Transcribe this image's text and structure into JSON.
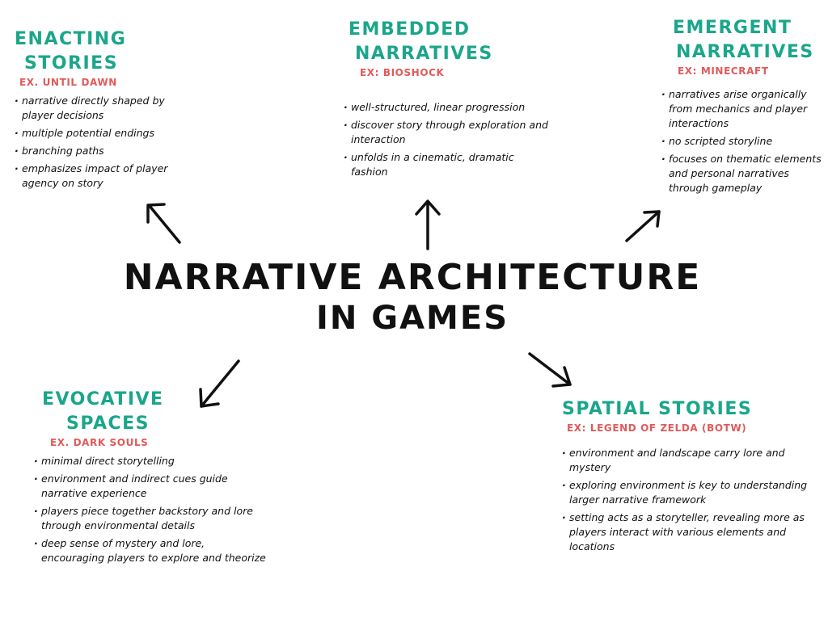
{
  "title": {
    "line1": "NARRATIVE ARCHITECTURE",
    "line2": "IN GAMES"
  },
  "nodes": [
    {
      "heading_lines": [
        "ENACTING",
        "STORIES"
      ],
      "example": "EX. UNTIL DAWN",
      "bullets": [
        "narrative directly shaped by player decisions",
        "multiple potential endings",
        "branching paths",
        "emphasizes impact of player agency on story"
      ]
    },
    {
      "heading_lines": [
        "EMBEDDED",
        "NARRATIVES"
      ],
      "example": "EX: BIOSHOCK",
      "bullets": [
        "well-structured, linear progression",
        "discover story through exploration and interaction",
        "unfolds in a cinematic, dramatic fashion"
      ]
    },
    {
      "heading_lines": [
        "EMERGENT",
        "NARRATIVES"
      ],
      "example": "EX: MINECRAFT",
      "bullets": [
        "narratives arise organically from mechanics and player interactions",
        "no scripted storyline",
        "focuses on thematic elements and personal narratives through gameplay"
      ]
    },
    {
      "heading_lines": [
        "EVOCATIVE",
        "SPACES"
      ],
      "example": "EX. DARK SOULS",
      "bullets": [
        "minimal direct storytelling",
        "environment and indirect cues guide narrative experience",
        "players piece together backstory and lore through environmental details",
        "deep sense of mystery and lore, encouraging players to explore and theorize"
      ]
    },
    {
      "heading_lines": [
        "SPATIAL STORIES"
      ],
      "example": "EX: LEGEND OF ZELDA (BOTW)",
      "bullets": [
        "environment and landscape carry lore and mystery",
        "exploring environment is key to understanding larger narrative framework",
        "setting acts as a storyteller, revealing more as players interact with various elements and locations"
      ]
    }
  ],
  "colors": {
    "heading": "#1aa68a",
    "example": "#e05a5a",
    "text": "#111111"
  }
}
